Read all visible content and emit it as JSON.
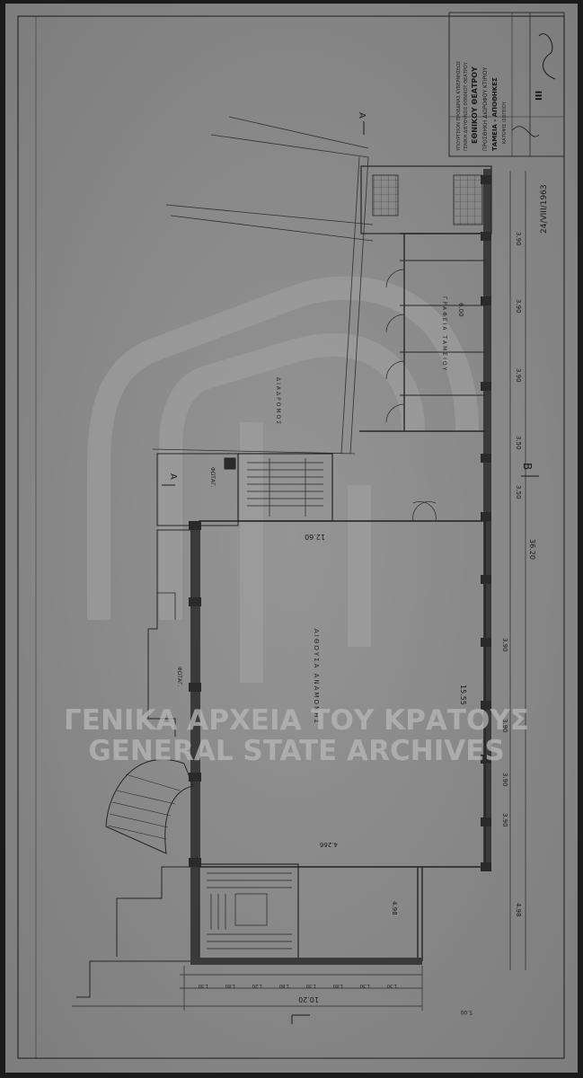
{
  "watermark": {
    "line1": "ΓΕΝΙΚΑ ΑΡΧΕΙΑ ΤΟΥ ΚΡΑΤΟΥΣ",
    "line2": "GENERAL STATE ARCHIVES"
  },
  "title_block": {
    "lines": [
      "ΥΠΟΥΡΓΕΙΟΝ ΠΡΟΕΔΡΙΑΣ ΚΥΒΕΡΝΗΣΕΩΣ",
      "ΓΕΝΙΚΗ ΔΙΕΥΘΥΝΣΙΣ ΕΘΝΙΚΟΥ ΘΕΑΤΡΟΥ",
      "ΕΘΝΙΚΟΥ ΘΕΑΤΡΟΥ",
      "ΠΡΟΣΘΗΚΗ ΔΙΩΡΟΦΟΥ ΚΤΙΡΙΟΥ",
      "ΤΑΜΕΙΑ - ΑΠΟΘΗΚΕΣ",
      "ΚΑΤΟΨΙΣ ΙΣΟΓΕΙΟΥ"
    ],
    "sheet_number": "III",
    "date": "24/VIII/1963"
  },
  "room_labels": {
    "corridor": "ΔΙΑΔΡΟΜΟΣ",
    "offices": "ΓΡΑΦΕΙΑ ΤΑΜΕΙΟΥ",
    "foyer": "ΑΙΘΟΥΣΑ ΑΝΑΜΟΝΗΣ",
    "light_well_1": "ΦΩΤΑΓ.",
    "light_well_2": "ΦΩΤΑΓ."
  },
  "dimensions": {
    "bays": [
      "3.90",
      "3.90",
      "3.90",
      "3.50",
      "3.50",
      "3.90",
      "3.90",
      "3.90",
      "3.90"
    ],
    "total_right": "36.20",
    "bottom_total": "10.20",
    "bottom_segments": [
      "1.30",
      "1.80",
      "1.20",
      "1.80",
      "1.30",
      "1.80",
      "1.30",
      "1.30"
    ],
    "interior_1": "12.60",
    "interior_2": "15.55",
    "interior_3": "4.266",
    "interior_4": "4.98",
    "interior_5": "6.00",
    "bottom_right": "4.98",
    "bottom_small": "5.00"
  },
  "section_marks": {
    "a_top": "A",
    "a_bottom": "A",
    "b_right": "B"
  },
  "colors": {
    "paper": "#8e8e8e",
    "ink": "#2a2a2a",
    "frame": "#1b1b1b"
  }
}
